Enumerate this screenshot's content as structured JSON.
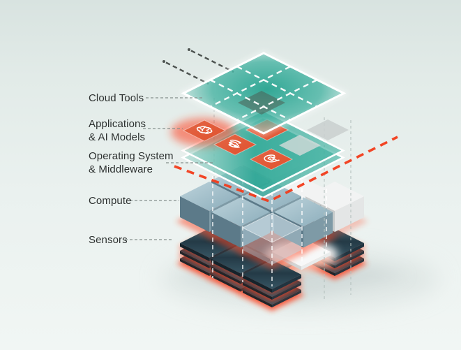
{
  "layers": [
    {
      "id": "cloud-tools",
      "label_lines": [
        "Cloud Tools"
      ]
    },
    {
      "id": "applications-ai-models",
      "label_lines": [
        "Applications",
        "& AI Models"
      ]
    },
    {
      "id": "operating-system-middleware",
      "label_lines": [
        "Operating System",
        "& Middleware"
      ]
    },
    {
      "id": "compute",
      "label_lines": [
        "Compute"
      ]
    },
    {
      "id": "sensors",
      "label_lines": [
        "Sensors"
      ]
    }
  ],
  "icons": [
    {
      "name": "ai-brain-icon"
    },
    {
      "name": "car-sync-icon"
    },
    {
      "name": "robot-sync-icon"
    }
  ],
  "colors": {
    "background_top": "#d8e3e0",
    "background_bottom": "#f1f6f4",
    "plane_teal": "#2fae9d",
    "tile_orange": "#e0512d",
    "red_dashed": "#f23b1a",
    "cube_blue_top": "#9fbcc8",
    "cube_white": "#f2f3f3",
    "sensor_slate": "#263d49",
    "glow_red": "#ff4420",
    "label_text": "#2c302f",
    "leader_gray": "#85908d",
    "arrow_dark": "#4d5350"
  }
}
